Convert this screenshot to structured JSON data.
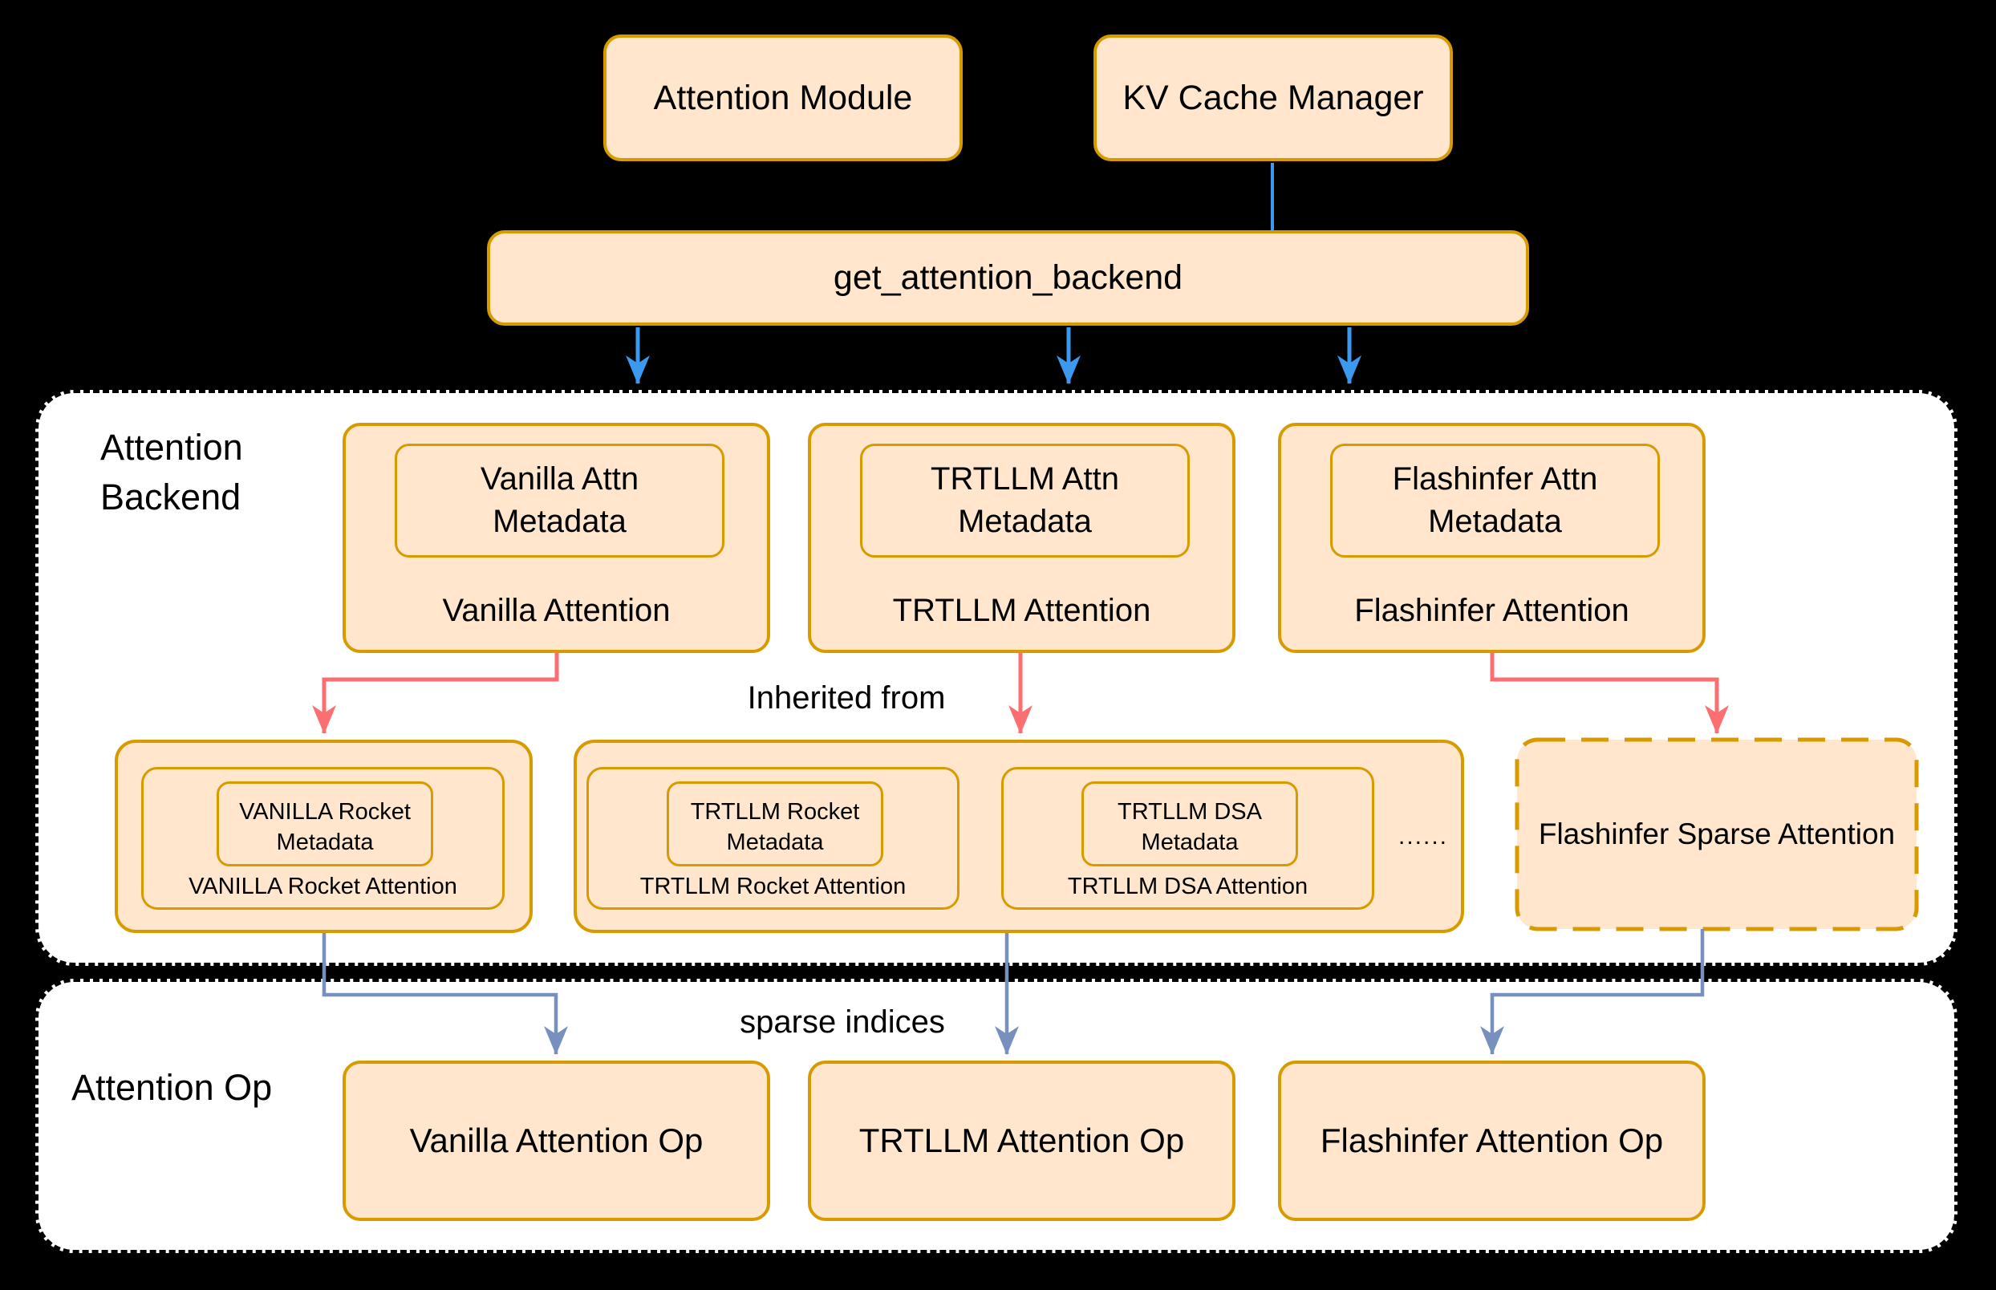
{
  "colors": {
    "background": "#000000",
    "panel_fill": "#ffffff",
    "node_fill": "#ffe6cc",
    "node_border": "#d79b00",
    "arrow_blue": "#3b99f0",
    "arrow_red": "#fb6e72",
    "arrow_slate": "#7790bd",
    "text": "#000000"
  },
  "top": {
    "attention_module": "Attention Module",
    "kv_cache_manager": "KV Cache Manager",
    "get_attention_backend": "get_attention_backend"
  },
  "backend_panel": {
    "title_line1": "Attention",
    "title_line2": "Backend",
    "inherited_label": "Inherited from",
    "backends": [
      {
        "meta_line1": "Vanilla Attn",
        "meta_line2": "Metadata",
        "name": "Vanilla Attention"
      },
      {
        "meta_line1": "TRTLLM Attn",
        "meta_line2": "Metadata",
        "name": "TRTLLM Attention"
      },
      {
        "meta_line1": "Flashinfer Attn",
        "meta_line2": "Metadata",
        "name": "Flashinfer Attention"
      }
    ],
    "derived": [
      {
        "meta_line1": "VANILLA Rocket",
        "meta_line2": "Metadata",
        "name": "VANILLA Rocket Attention"
      },
      {
        "meta_line1": "TRTLLM Rocket",
        "meta_line2": "Metadata",
        "name": "TRTLLM Rocket Attention"
      },
      {
        "meta_line1": "TRTLLM DSA",
        "meta_line2": "Metadata",
        "name": "TRTLLM DSA Attention"
      }
    ],
    "ellipsis": "......",
    "flashinfer_sparse": "Flashinfer Sparse Attention"
  },
  "op_panel": {
    "title": "Attention Op",
    "sparse_indices_label": "sparse indices",
    "ops": [
      {
        "name": "Vanilla Attention Op"
      },
      {
        "name": "TRTLLM Attention Op"
      },
      {
        "name": "Flashinfer Attention Op"
      }
    ]
  }
}
